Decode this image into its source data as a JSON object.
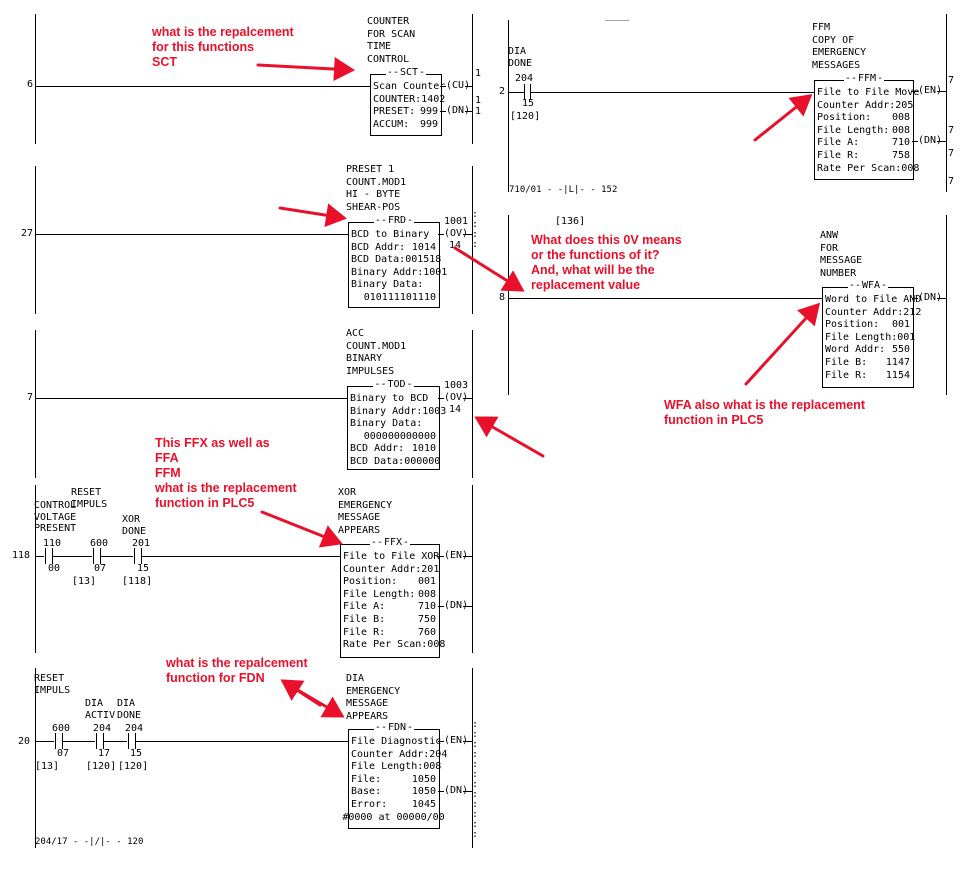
{
  "rung6": {
    "number": "6",
    "header": "COUNTER\nFOR SCAN\nTIME\nCONTROL",
    "block": {
      "mnemonic": "SCT",
      "rows": [
        {
          "l": "Scan Counter",
          "r": ""
        },
        {
          "l": "COUNTER:",
          "r": "1402"
        },
        {
          "l": "PRESET:",
          "r": "999"
        },
        {
          "l": "ACCUM:",
          "r": "999"
        }
      ],
      "out1": "(CU)",
      "out2": "(DN)",
      "side1": "1",
      "side2": "1",
      "side3": "1"
    }
  },
  "rung2": {
    "number": "2",
    "contact": {
      "label": "DIA\nDONE",
      "addr": "204",
      "bit": "15",
      "ref": "[120]"
    },
    "header": "FFM\nCOPY OF\nEMERGENCY\nMESSAGES",
    "block": {
      "mnemonic": "FFM",
      "rows": [
        {
          "l": "File to File Move",
          "r": ""
        },
        {
          "l": "Counter Addr:",
          "r": "205"
        },
        {
          "l": "Position:",
          "r": "008"
        },
        {
          "l": "File Length:",
          "r": "008"
        },
        {
          "l": "File A:",
          "r": "710"
        },
        {
          "l": "File R:",
          "r": "758"
        },
        {
          "l": "Rate Per Scan:",
          "r": "008"
        }
      ],
      "out1": "(EN)",
      "out2": "(DN)"
    },
    "top_mark": "____",
    "footer": "710/01 - -|L|- - 152",
    "right_digits": [
      "7",
      "7",
      "7",
      "7"
    ]
  },
  "rung27": {
    "number": "27",
    "header": "PRESET 1\nCOUNT.MOD1\nHI - BYTE\nSHEAR-POS",
    "block": {
      "mnemonic": "FRD",
      "rows": [
        {
          "l": "BCD to Binary",
          "r": ""
        },
        {
          "l": "BCD Addr:",
          "r": "1014"
        },
        {
          "l": "BCD Data:",
          "r": "001518"
        },
        {
          "l": "Binary Addr:",
          "r": "1001"
        },
        {
          "l": "Binary Data:",
          "r": ""
        },
        {
          "l": "",
          "r": "010111101110"
        }
      ],
      "coil_addr": "1001",
      "coil": "(OV)",
      "coil_bit": "14"
    }
  },
  "rung8": {
    "number": "8",
    "top_ref": "[136]",
    "header": "ANW\nFOR\nMESSAGE\nNUMBER",
    "block": {
      "mnemonic": "WFA",
      "rows": [
        {
          "l": "Word to File AND",
          "r": ""
        },
        {
          "l": "Counter Addr:",
          "r": "212"
        },
        {
          "l": "Position:",
          "r": "001"
        },
        {
          "l": "File Length:",
          "r": "001"
        },
        {
          "l": "Word Addr:",
          "r": "550"
        },
        {
          "l": "File B:",
          "r": "1147"
        },
        {
          "l": "File R:",
          "r": "1154"
        }
      ],
      "out1": "(DN)"
    }
  },
  "rung7": {
    "number": "7",
    "header": "ACC\nCOUNT.MOD1\nBINARY\nIMPULSES",
    "block": {
      "mnemonic": "TOD",
      "rows": [
        {
          "l": "Binary to BCD",
          "r": ""
        },
        {
          "l": "Binary Addr:",
          "r": "1003"
        },
        {
          "l": "Binary Data:",
          "r": ""
        },
        {
          "l": "",
          "r": "000000000000"
        },
        {
          "l": "BCD Addr:",
          "r": "1010"
        },
        {
          "l": "BCD Data:",
          "r": "000000"
        }
      ],
      "coil_addr": "1003",
      "coil": "(OV)",
      "coil_bit": "14"
    }
  },
  "rung118": {
    "number": "118",
    "contacts": [
      {
        "label": "CONTROL\nVOLTAGE\nPRESENT",
        "addr": "110",
        "bit": "00",
        "ref": "",
        "type": "NO"
      },
      {
        "label": "RESET\nIMPULS",
        "addr": "600",
        "bit": "07",
        "ref": "[13]",
        "type": "NO"
      },
      {
        "label": "XOR\nDONE",
        "addr": "201",
        "bit": "15",
        "ref": "[118]",
        "type": "NC"
      }
    ],
    "header": "XOR\nEMERGENCY\nMESSAGE\nAPPEARS",
    "block": {
      "mnemonic": "FFX",
      "rows": [
        {
          "l": "File to File XOR",
          "r": ""
        },
        {
          "l": "Counter Addr:",
          "r": "201"
        },
        {
          "l": "Position:",
          "r": "001"
        },
        {
          "l": "File Length:",
          "r": "008"
        },
        {
          "l": "File A:",
          "r": "710"
        },
        {
          "l": "File B:",
          "r": "750"
        },
        {
          "l": "File R:",
          "r": "760"
        },
        {
          "l": "Rate Per Scan:",
          "r": "008"
        }
      ],
      "out1": "(EN)",
      "out2": "(DN)"
    }
  },
  "rung20": {
    "number": "20",
    "contacts": [
      {
        "label": "RESET\nIMPULS",
        "addr": "600",
        "bit": "07",
        "ref": "[13]",
        "type": "NO"
      },
      {
        "label": "DIA\nACTIV",
        "addr": "204",
        "bit": "17",
        "ref": "[120]",
        "type": "NC"
      },
      {
        "label": "DIA\nDONE",
        "addr": "204",
        "bit": "15",
        "ref": "[120]",
        "type": "NC"
      }
    ],
    "header": "DIA\nEMERGENCY\nMESSAGE\nAPPEARS",
    "block": {
      "mnemonic": "FDN",
      "rows": [
        {
          "l": "File Diagnostic",
          "r": ""
        },
        {
          "l": "Counter Addr:",
          "r": "204"
        },
        {
          "l": "File Length:",
          "r": "008"
        },
        {
          "l": "File:",
          "r": "1050"
        },
        {
          "l": "Base:",
          "r": "1050"
        },
        {
          "l": "Error:",
          "r": "1045"
        },
        {
          "l": "",
          "r": "#0000 at 00000/00"
        }
      ],
      "out1": "(EN)",
      "out2": "(DN)"
    },
    "footer": "204/17 - -|/|- - 120"
  },
  "annotations": {
    "sct": "what is the repalcement\nfor this functions\nSCT",
    "ov": "What does this 0V means\nor the functions of it?\nAnd, what will be the\nreplacement value",
    "wfa": "WFA also what is the replacement\nfunction in PLC5",
    "ffx": "This FFX as well as\nFFA\nFFM\nwhat is the replacement\nfunction in PLC5",
    "fdn": "what is the repalcement\nfunction for FDN"
  },
  "colors": {
    "annotation": "#e8102b",
    "ink": "#000000",
    "background": "#ffffff"
  }
}
